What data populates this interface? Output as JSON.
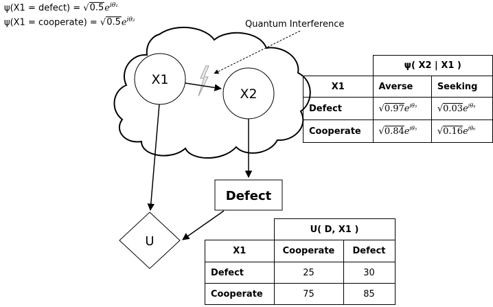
{
  "equations": {
    "defect_lhs": "ψ(X1 = defect) = ",
    "defect_sqrt": "0.5",
    "defect_exp": "iθ₁",
    "coop_lhs": "ψ(X1 = cooperate) = ",
    "coop_sqrt": "0.5",
    "coop_exp": "iθ₂"
  },
  "diagram": {
    "interference_label": "Quantum Interference",
    "node_x1": "X1",
    "node_x2": "X2",
    "decision_node": "Defect",
    "utility_node": "U"
  },
  "psi_table": {
    "title": "ψ( X2 | X1 )",
    "row_header": "X1",
    "col_averse": "Averse",
    "col_seeking": "Seeking",
    "rows": [
      {
        "label": "Defect",
        "averse_sqrt": "0.97",
        "averse_exp": "iθ₃",
        "seeking_sqrt": "0.03",
        "seeking_exp": "iθ₄"
      },
      {
        "label": "Cooperate",
        "averse_sqrt": "0.84",
        "averse_exp": "iθ₅",
        "seeking_sqrt": "0.16",
        "seeking_exp": "iθ₆"
      }
    ]
  },
  "utility_table": {
    "title": "U( D, X1 )",
    "row_header": "X1",
    "col_cooperate": "Cooperate",
    "col_defect": "Defect",
    "rows": [
      {
        "label": "Defect",
        "cooperate": "25",
        "defect": "30"
      },
      {
        "label": "Cooperate",
        "cooperate": "75",
        "defect": "85"
      }
    ]
  }
}
